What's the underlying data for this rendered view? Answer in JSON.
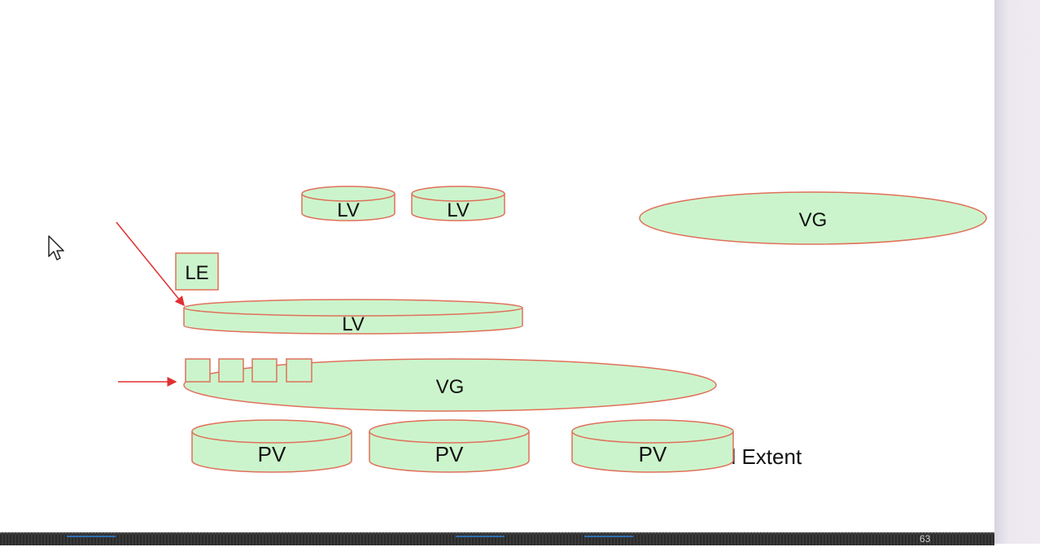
{
  "diagram": {
    "top_lv_left": "LV",
    "top_lv_right": "LV",
    "vg_right": "VG",
    "le_box": "LE",
    "lv_wide": "LV",
    "vg_main": "VG",
    "pv_1": "PV",
    "pv_2": "PV",
    "pv_3": "PV",
    "partial_label": "al Extent"
  },
  "slide_number": "63",
  "colors": {
    "shape_fill": "#ccf4cc",
    "shape_stroke": "#e0705a",
    "arrow": "#e03030"
  }
}
